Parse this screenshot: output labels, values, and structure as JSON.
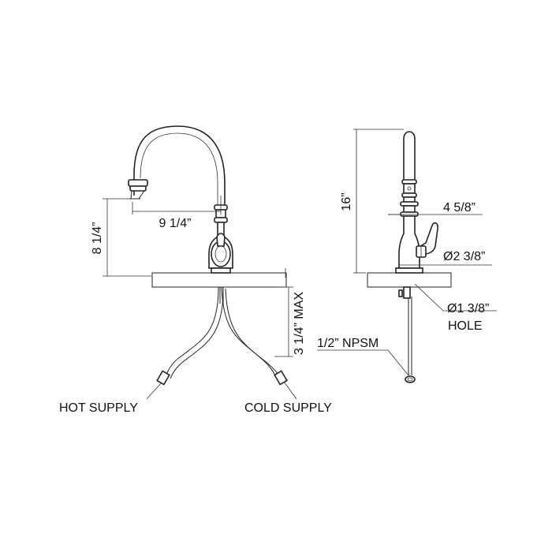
{
  "front_view": {
    "dim_spout_reach": "9 1/4”",
    "dim_spout_height": "8 1/4”",
    "dim_max_thickness": "3 1/4” MAX",
    "label_hot": "HOT SUPPLY",
    "label_cold": "COLD SUPPLY"
  },
  "side_view": {
    "dim_height": "16”",
    "dim_handle": "4 5/8”",
    "dim_base_dia": "Ø2 3/8”",
    "dim_hole_dia": "Ø1 3/8”",
    "dim_hole_word": "HOLE",
    "dim_thread": "1/2” NPSM"
  }
}
